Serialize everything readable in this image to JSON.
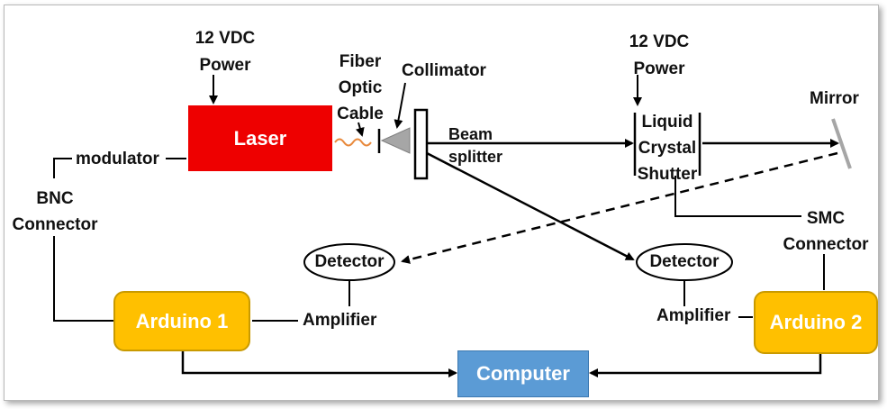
{
  "labels": {
    "power_left": "12 VDC\nPower",
    "power_right": "12 VDC\nPower",
    "fiber": "Fiber\nOptic\nCable",
    "collimator": "Collimator",
    "beam_splitter": "Beam\nsplitter",
    "shutter": "Liquid\nCrystal\nShutter",
    "mirror": "Mirror",
    "modulator": "modulator",
    "bnc": "BNC\nConnector",
    "smc": "SMC\nConnector",
    "amplifier_left": "Amplifier",
    "amplifier_right": "Amplifier"
  },
  "blocks": {
    "laser": "Laser",
    "arduino1": "Arduino 1",
    "arduino2": "Arduino 2",
    "computer": "Computer",
    "detector_left": "Detector",
    "detector_right": "Detector"
  },
  "colors": {
    "laser": "#ee0000",
    "arduino": "#ffc000",
    "arduino_border": "#c99a00",
    "computer": "#5b9bd5",
    "computer_border": "#3c78b0",
    "line": "#000000",
    "fiber": "#e8893c",
    "collimator": "#a6a6a6",
    "mirror": "#a6a6a6"
  }
}
